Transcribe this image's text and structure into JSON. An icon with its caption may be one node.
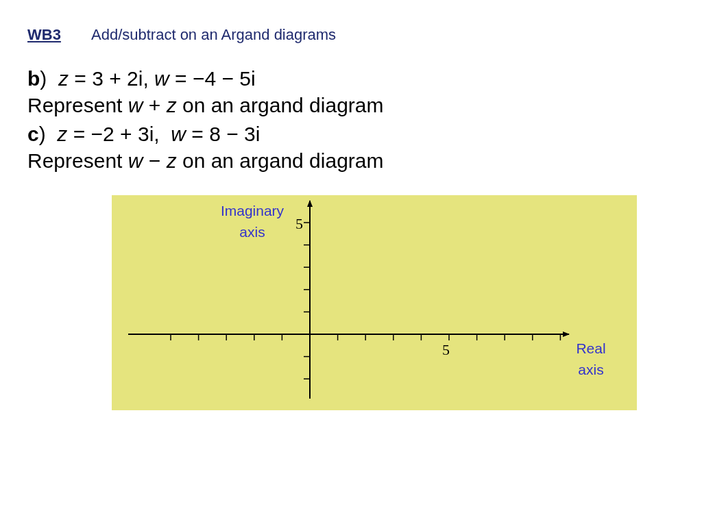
{
  "diagram": {
    "title": "Add/subtract on an Argand diagrams",
    "labels": [
      "WB3",
      "**b**)  *z* = 3 + 2i, *w* = −4 − 5i",
      "Represent *w* + *z* on an argand diagram",
      "**c**)  *z* = −2 + 3i,  *w* = 8 − 3i",
      "Represent *w* − *z* on an argand diagram",
      "Imaginary axis",
      "5",
      "5",
      "Real axis"
    ]
  }
}
